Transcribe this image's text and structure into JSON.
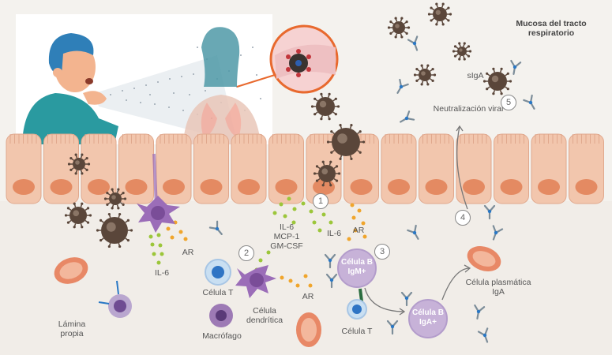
{
  "title": "Mucosa del tracto respiratorio",
  "labels": {
    "iga_secretory": "sIgA",
    "neutralization": "Neutralización viral",
    "il6_left": "IL-6",
    "ar_left": "AR",
    "cytokines_center": "IL-6\nMCP-1\nGM-CSF",
    "il6_right": "IL-6",
    "ar_center": "AR",
    "ar_lower": "AR",
    "t_cell_left": "Célula T",
    "dendritic": "Célula dendrítica",
    "macrophage": "Macrófago",
    "lamina_propria": "Lámina propia",
    "b_cell_igm": "Célula B IgM+",
    "b_cell_iga": "Célula B IgA+",
    "t_cell_right": "Célula T",
    "plasma_cell": "Célula plasmática IgA"
  },
  "steps": [
    "1",
    "2",
    "3",
    "4",
    "5"
  ],
  "colors": {
    "epithelium": "#f2c6ad",
    "nucleus": "#e48a62",
    "virus": "#5a463a",
    "dendritic": "#9b6db8",
    "green_dot": "#9cc63a",
    "orange_dot": "#f0a52c",
    "antibody": "#2a78c5",
    "b_cell": "#c7b2d8"
  }
}
